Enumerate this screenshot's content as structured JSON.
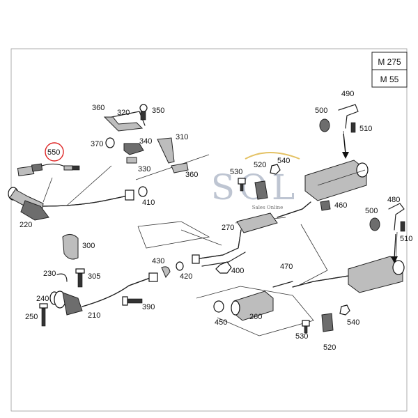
{
  "model_box": {
    "rows": [
      "M 275",
      "M 55"
    ]
  },
  "watermark": {
    "logo": "SOL",
    "tagline": "Sales Online"
  },
  "highlight": {
    "color": "#dd2222",
    "part": "550"
  },
  "parts": [
    "550",
    "220",
    "360",
    "320",
    "350",
    "370",
    "340",
    "310",
    "330",
    "360",
    "410",
    "490",
    "500",
    "510",
    "530",
    "520",
    "540",
    "460",
    "480",
    "500",
    "510",
    "270",
    "300",
    "305",
    "230",
    "240",
    "250",
    "210",
    "390",
    "430",
    "420",
    "400",
    "470",
    "450",
    "260",
    "530",
    "520",
    "540"
  ]
}
